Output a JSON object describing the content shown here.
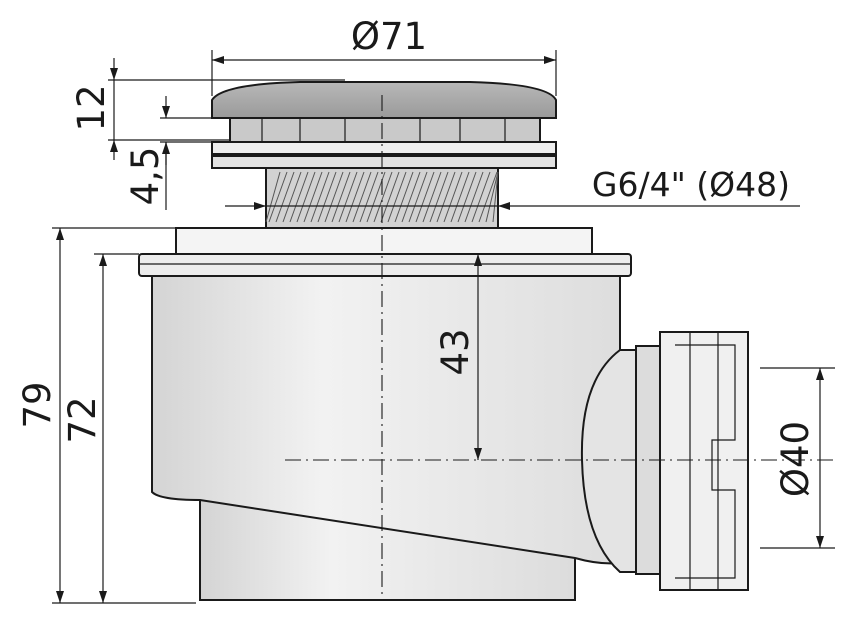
{
  "dimensions": {
    "cap_diameter": "Ø71",
    "cap_height": "12",
    "flange_gap": "4,5",
    "thread": "G6/4\" (Ø48)",
    "total_height": "79",
    "body_height": "72",
    "outlet_axis_depth": "43",
    "outlet_diameter": "Ø40"
  },
  "colors": {
    "cap_fill": "#a9a9a9",
    "body_fill": "#e8e8e8",
    "ring_fill": "#eeeeee",
    "line": "#1a1a1a"
  }
}
